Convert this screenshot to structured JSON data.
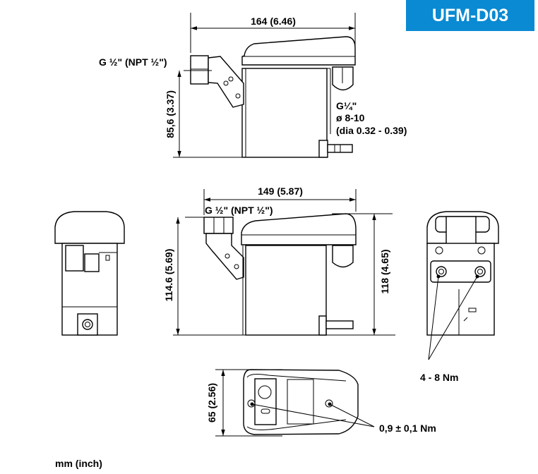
{
  "model": "UFM-D03",
  "units_note": "mm (inch)",
  "side_view_top": {
    "width_dim": "164 (6.46)",
    "height_dim": "85,6 (3.37)",
    "inlet_label": "G ½\"  (NPT ½\")",
    "outlet_thread": "G¼\"",
    "outlet_diameter": "ø 8-10",
    "outlet_diameter_inch": "(dia 0.32 - 0.39)"
  },
  "side_view_middle": {
    "width_dim": "149 (5.87)",
    "inlet_label": "G ½\"  (NPT ½\")",
    "height_dim_left": "114.6 (5.69)",
    "height_dim_right": "118 (4.65)"
  },
  "rear_view": {
    "torque_label": "4 - 8 Nm"
  },
  "top_view": {
    "depth_dim": "65 (2.56)",
    "torque_label": "0,9 ± 0,1 Nm"
  },
  "colors": {
    "badge": "#0a8ad2"
  }
}
